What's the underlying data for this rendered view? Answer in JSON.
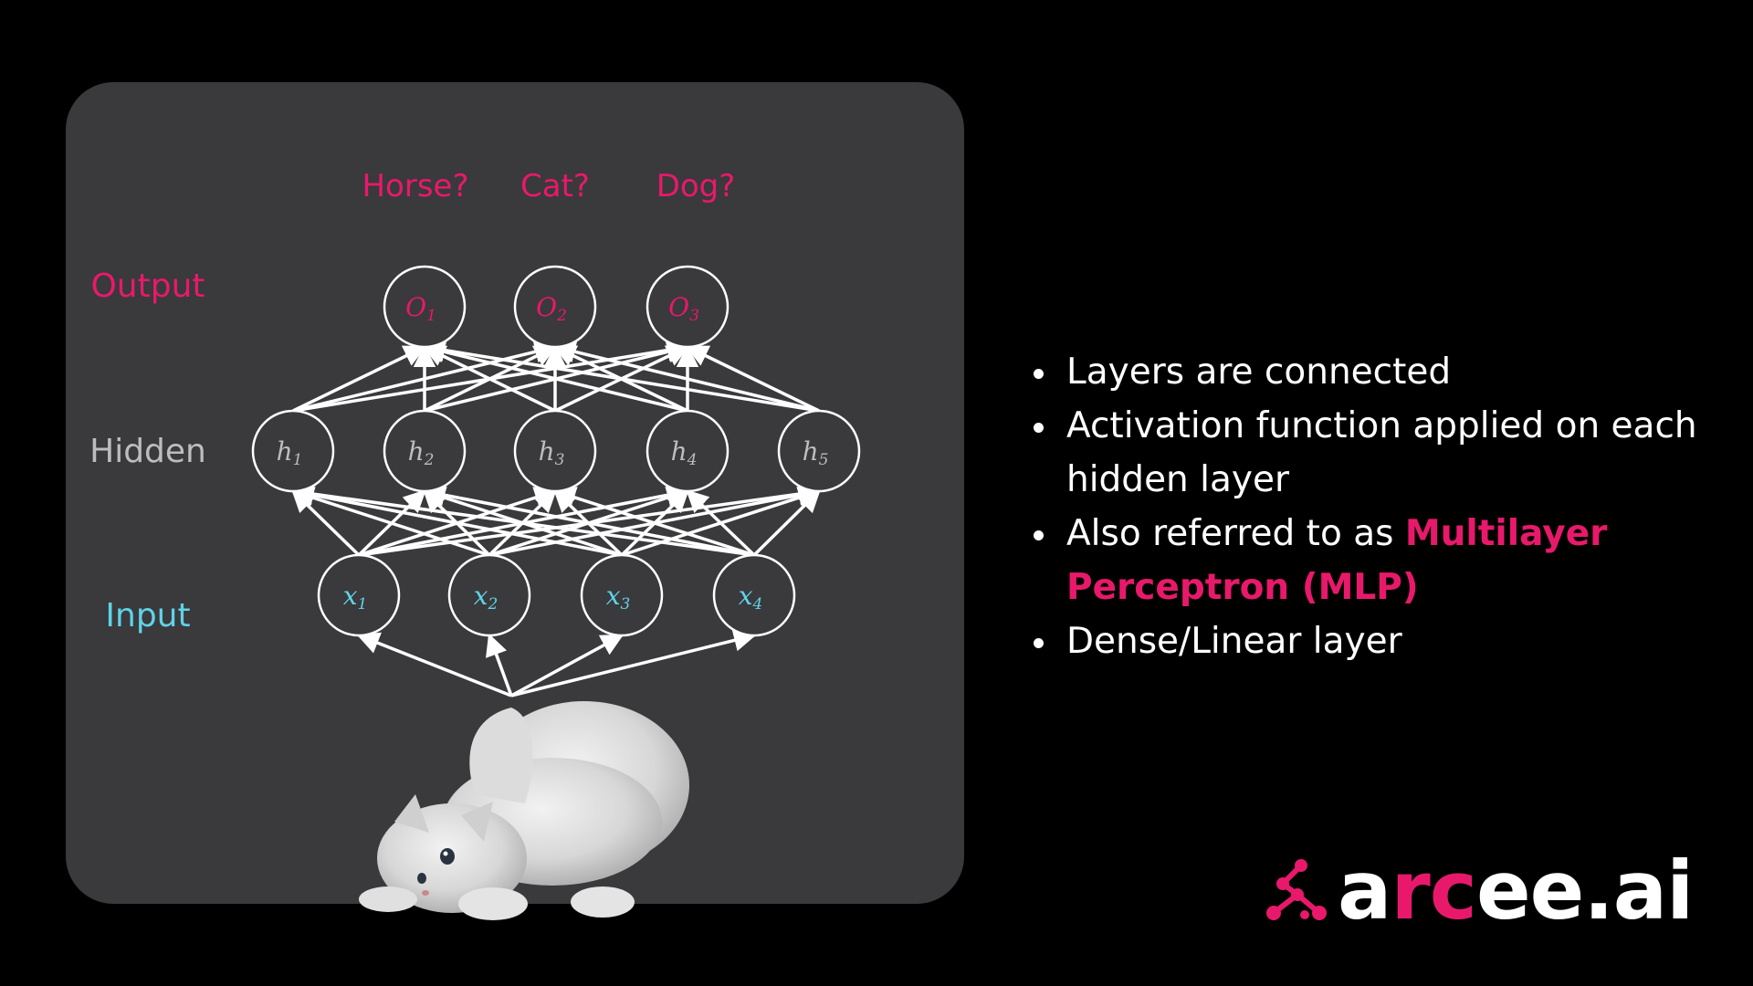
{
  "colors": {
    "output": "#e8196b",
    "hidden": "#bdbdbd",
    "input": "#5fd3e8",
    "panel": "#3a393c",
    "accent": "#e8196b"
  },
  "diagram": {
    "questions": [
      "Horse?",
      "Cat?",
      "Dog?"
    ],
    "layer_labels": {
      "output": "Output",
      "hidden": "Hidden",
      "input": "Input"
    },
    "output_nodes": [
      {
        "base": "O",
        "sub": "1"
      },
      {
        "base": "O",
        "sub": "2"
      },
      {
        "base": "O",
        "sub": "3"
      }
    ],
    "hidden_nodes": [
      {
        "base": "h",
        "sub": "1"
      },
      {
        "base": "h",
        "sub": "2"
      },
      {
        "base": "h",
        "sub": "3"
      },
      {
        "base": "h",
        "sub": "4"
      },
      {
        "base": "h",
        "sub": "5"
      }
    ],
    "input_nodes": [
      {
        "base": "x",
        "sub": "1"
      },
      {
        "base": "x",
        "sub": "2"
      },
      {
        "base": "x",
        "sub": "3"
      },
      {
        "base": "x",
        "sub": "4"
      }
    ]
  },
  "bullets": {
    "b1": "Layers are connected",
    "b2": "Activation function applied on each hidden layer",
    "b3_pre": "Also referred to as ",
    "b3_hl": "Multilayer Perceptron (MLP)",
    "b4": "Dense/Linear layer"
  },
  "logo": {
    "part1": "a",
    "part2": "rc",
    "part3": "ee.ai",
    "icon": "molecule-icon"
  }
}
